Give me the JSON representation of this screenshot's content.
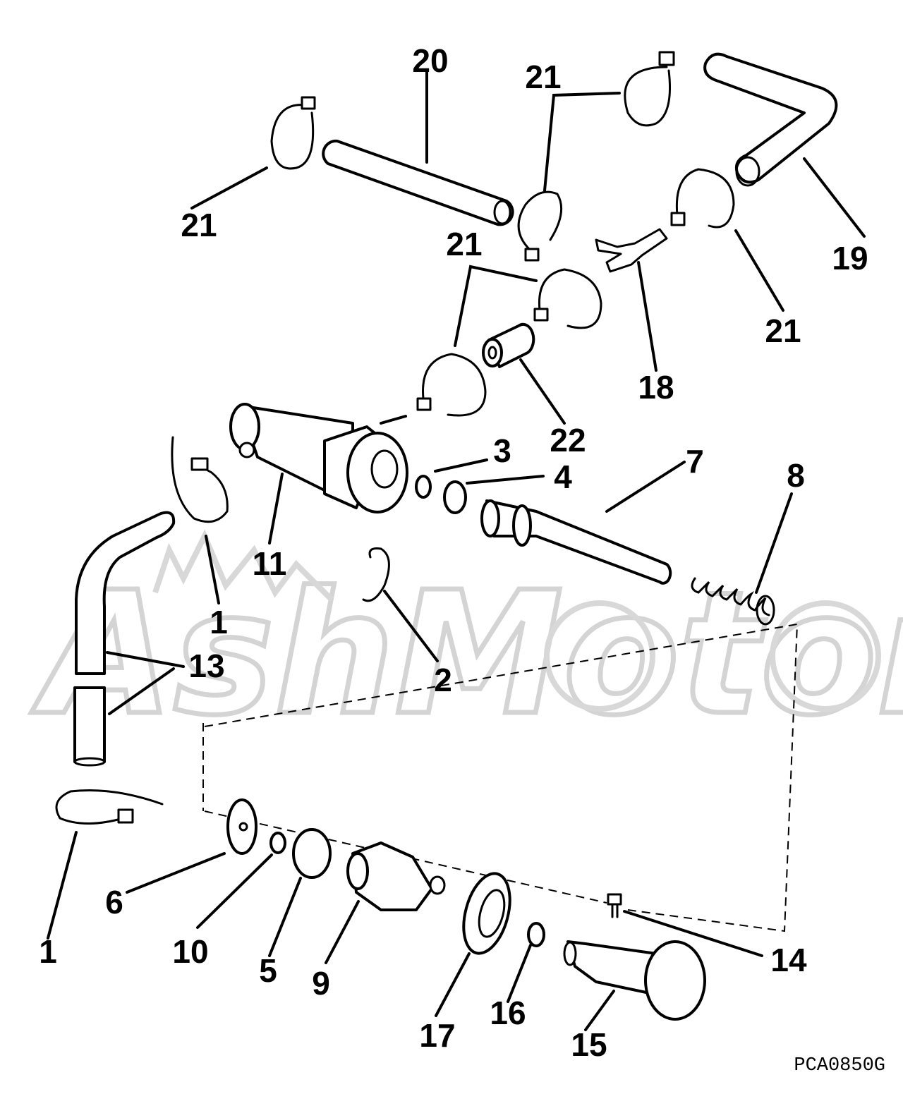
{
  "diagram": {
    "drawing_code": "PCA0850G",
    "watermark": "AshMotor",
    "callouts": {
      "c1a": "1",
      "c1b": "1",
      "c2": "2",
      "c3": "3",
      "c4": "4",
      "c5": "5",
      "c6": "6",
      "c7": "7",
      "c8": "8",
      "c9": "9",
      "c10": "10",
      "c11": "11",
      "c13": "13",
      "c14": "14",
      "c15": "15",
      "c16": "16",
      "c17": "17",
      "c18": "18",
      "c19": "19",
      "c20": "20",
      "c21a": "21",
      "c21b": "21",
      "c21c": "21",
      "c21d": "21",
      "c22": "22"
    }
  }
}
